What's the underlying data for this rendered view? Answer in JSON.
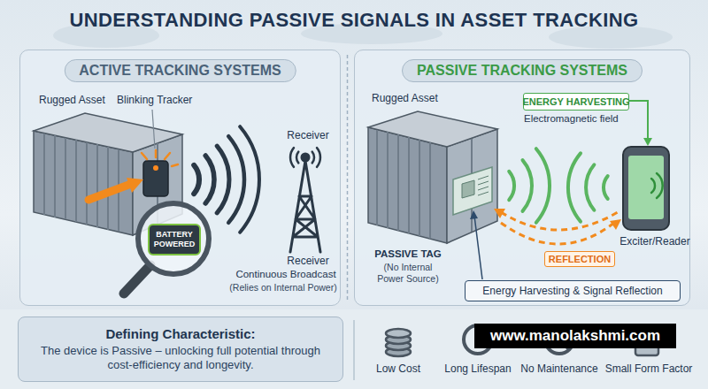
{
  "diagram": {
    "title": "UNDERSTANDING PASSIVE SIGNALS IN ASSET TRACKING",
    "nodes": [
      {
        "text": [
          "ACTIVE TRACKING SYSTEMS"
        ]
      },
      {
        "text": [
          "BATTERY POWERED"
        ],
        "in": 0
      },
      {
        "text": [
          "PASSIVE TRACKING SYSTEMS"
        ]
      },
      {
        "text": [
          "ENERGY HARVESTING"
        ],
        "in": 2
      },
      {
        "text": [
          "REFLECTION"
        ],
        "in": 2
      },
      {
        "text": [
          "Energy Harvesting & Signal Reflection"
        ],
        "in": 2
      },
      {
        "text": [
          "Defining Characteristic:",
          "The device is Passive – unlocking full potential through cost-efficiency and longevity."
        ]
      }
    ],
    "labels": [
      "Rugged Asset",
      "Blinking Tracker",
      "Receiver",
      "Receiver",
      "Continuous Broadcast",
      "(Relies on Internal Power)",
      "Rugged Asset",
      "Electromagnetic field",
      "Exciter/Reader",
      "PASSIVE TAG",
      "(No Internal Power Source)",
      "Low Cost",
      "Long Lifespan",
      "No Maintenance",
      "Small Form Factor",
      "www.manolakshmi.com"
    ]
  }
}
